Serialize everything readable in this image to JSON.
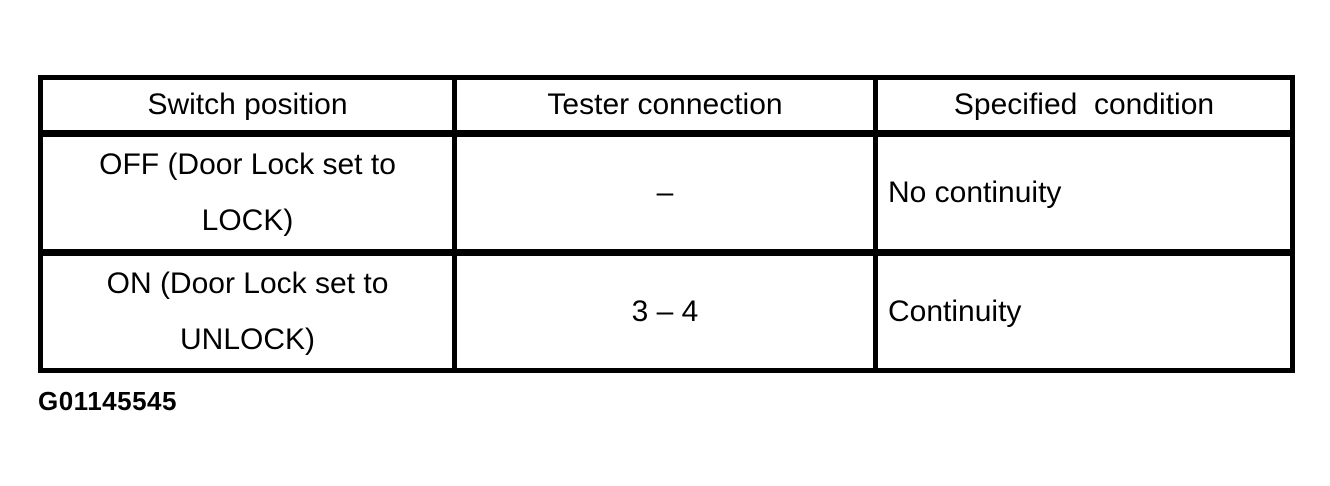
{
  "table": {
    "columns": [
      "Switch position",
      "Tester connection",
      "Specified  condition"
    ],
    "rows": [
      {
        "switch_position": "OFF (Door Lock set to LOCK)",
        "tester_connection": "–",
        "specified_condition": "No continuity"
      },
      {
        "switch_position": "ON (Door Lock set to UNLOCK)",
        "tester_connection": "3 – 4",
        "specified_condition": "Continuity"
      }
    ]
  },
  "caption": {
    "figure_id": "G01145545"
  },
  "colors": {
    "background": "#ffffff",
    "foreground": "#000000"
  }
}
